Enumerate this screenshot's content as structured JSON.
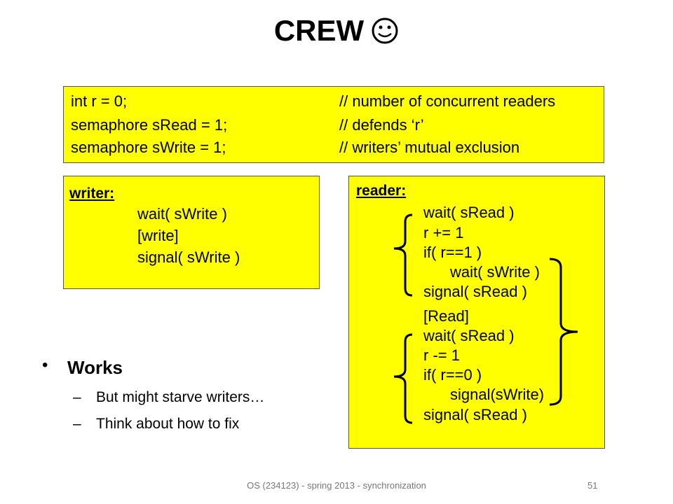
{
  "slide": {
    "title": "CREW",
    "smiley": "smiley-face-icon"
  },
  "decls": {
    "rows": [
      {
        "code": "int r = 0;",
        "comment": "// number of concurrent readers"
      },
      {
        "code": "semaphore sRead = 1;",
        "comment": "// defends ‘r’"
      },
      {
        "code": "semaphore sWrite = 1;",
        "comment": "// writers’ mutual exclusion"
      }
    ]
  },
  "writer": {
    "label": "writer:",
    "lines": [
      "wait( sWrite )",
      "[write]",
      "signal( sWrite )"
    ]
  },
  "reader": {
    "label": "reader:",
    "lines": [
      "wait( sRead )",
      "r += 1",
      "if( r==1 )",
      "wait( sWrite )",
      "signal( sRead )",
      "[Read]",
      "wait( sRead )",
      "r -= 1",
      "if( r==0 )",
      "signal(sWrite)",
      "signal( sRead )"
    ]
  },
  "bullets": {
    "main": "Works",
    "subs": [
      "But might starve writers…",
      "Think about how to fix"
    ],
    "dash": "–"
  },
  "footer": {
    "text": "OS (234123) - spring 2013 - synchronization",
    "page": "51"
  },
  "colors": {
    "box_fill": "#ffff00",
    "brace": "#000000"
  }
}
